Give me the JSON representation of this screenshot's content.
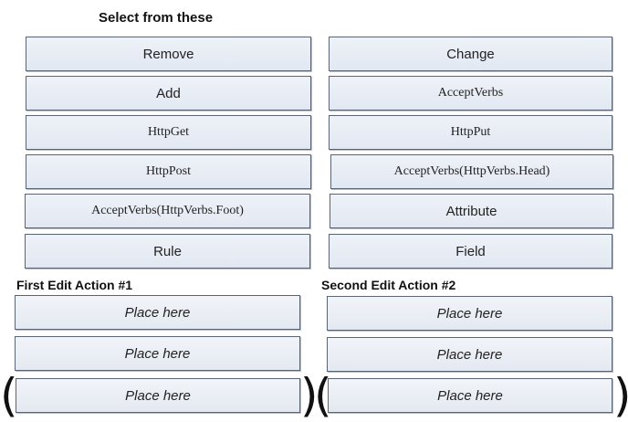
{
  "header": {
    "title": "Select  from these"
  },
  "choices": {
    "left": [
      "Remove",
      "Add",
      "HttpGet",
      "HttpPost",
      "AcceptVerbs(HttpVerbs.Foot)",
      "Rule"
    ],
    "right": [
      "Change",
      "AcceptVerbs",
      "HttpPut",
      "AcceptVerbs(HttpVerbs.Head)",
      "Attribute",
      "Field"
    ]
  },
  "first_action": {
    "label": "First Edit Action #1",
    "slots": [
      "Place here",
      "Place here",
      "Place here"
    ]
  },
  "second_action": {
    "label": "Second Edit Action #2",
    "slots": [
      "Place here",
      "Place here",
      "Place here"
    ]
  },
  "parens": {
    "open": "(",
    "close": ")"
  }
}
